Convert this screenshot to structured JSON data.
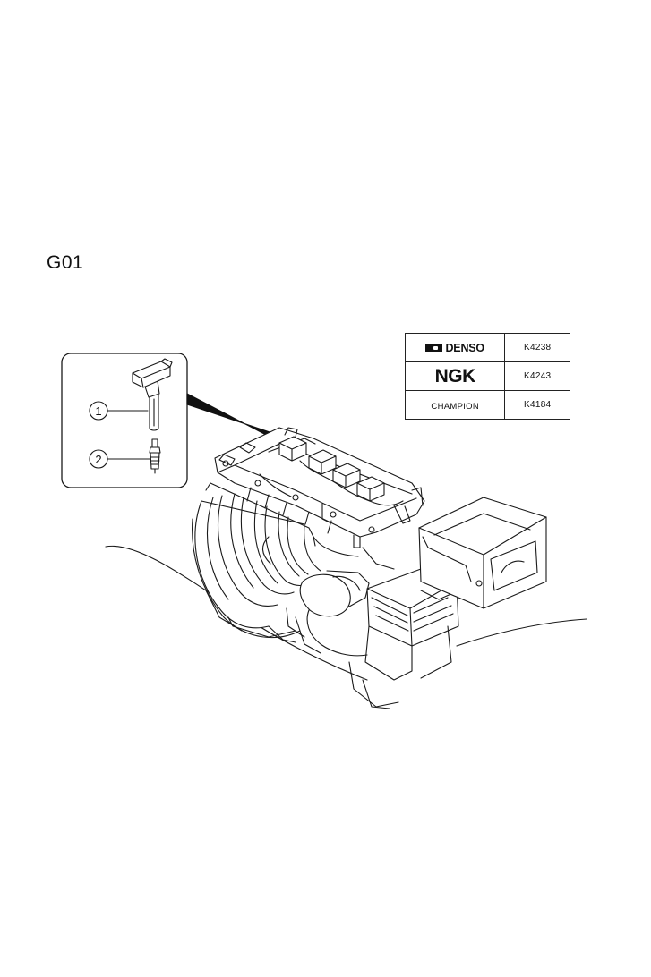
{
  "page_code": "G01",
  "callouts": [
    {
      "number": "1"
    },
    {
      "number": "2"
    }
  ],
  "spark_plug_table": {
    "rows": [
      {
        "brand": "DENSO",
        "code": "K4238"
      },
      {
        "brand": "NGK",
        "code": "K4243"
      },
      {
        "brand": "CHAMPION",
        "code": "K4184"
      }
    ]
  }
}
